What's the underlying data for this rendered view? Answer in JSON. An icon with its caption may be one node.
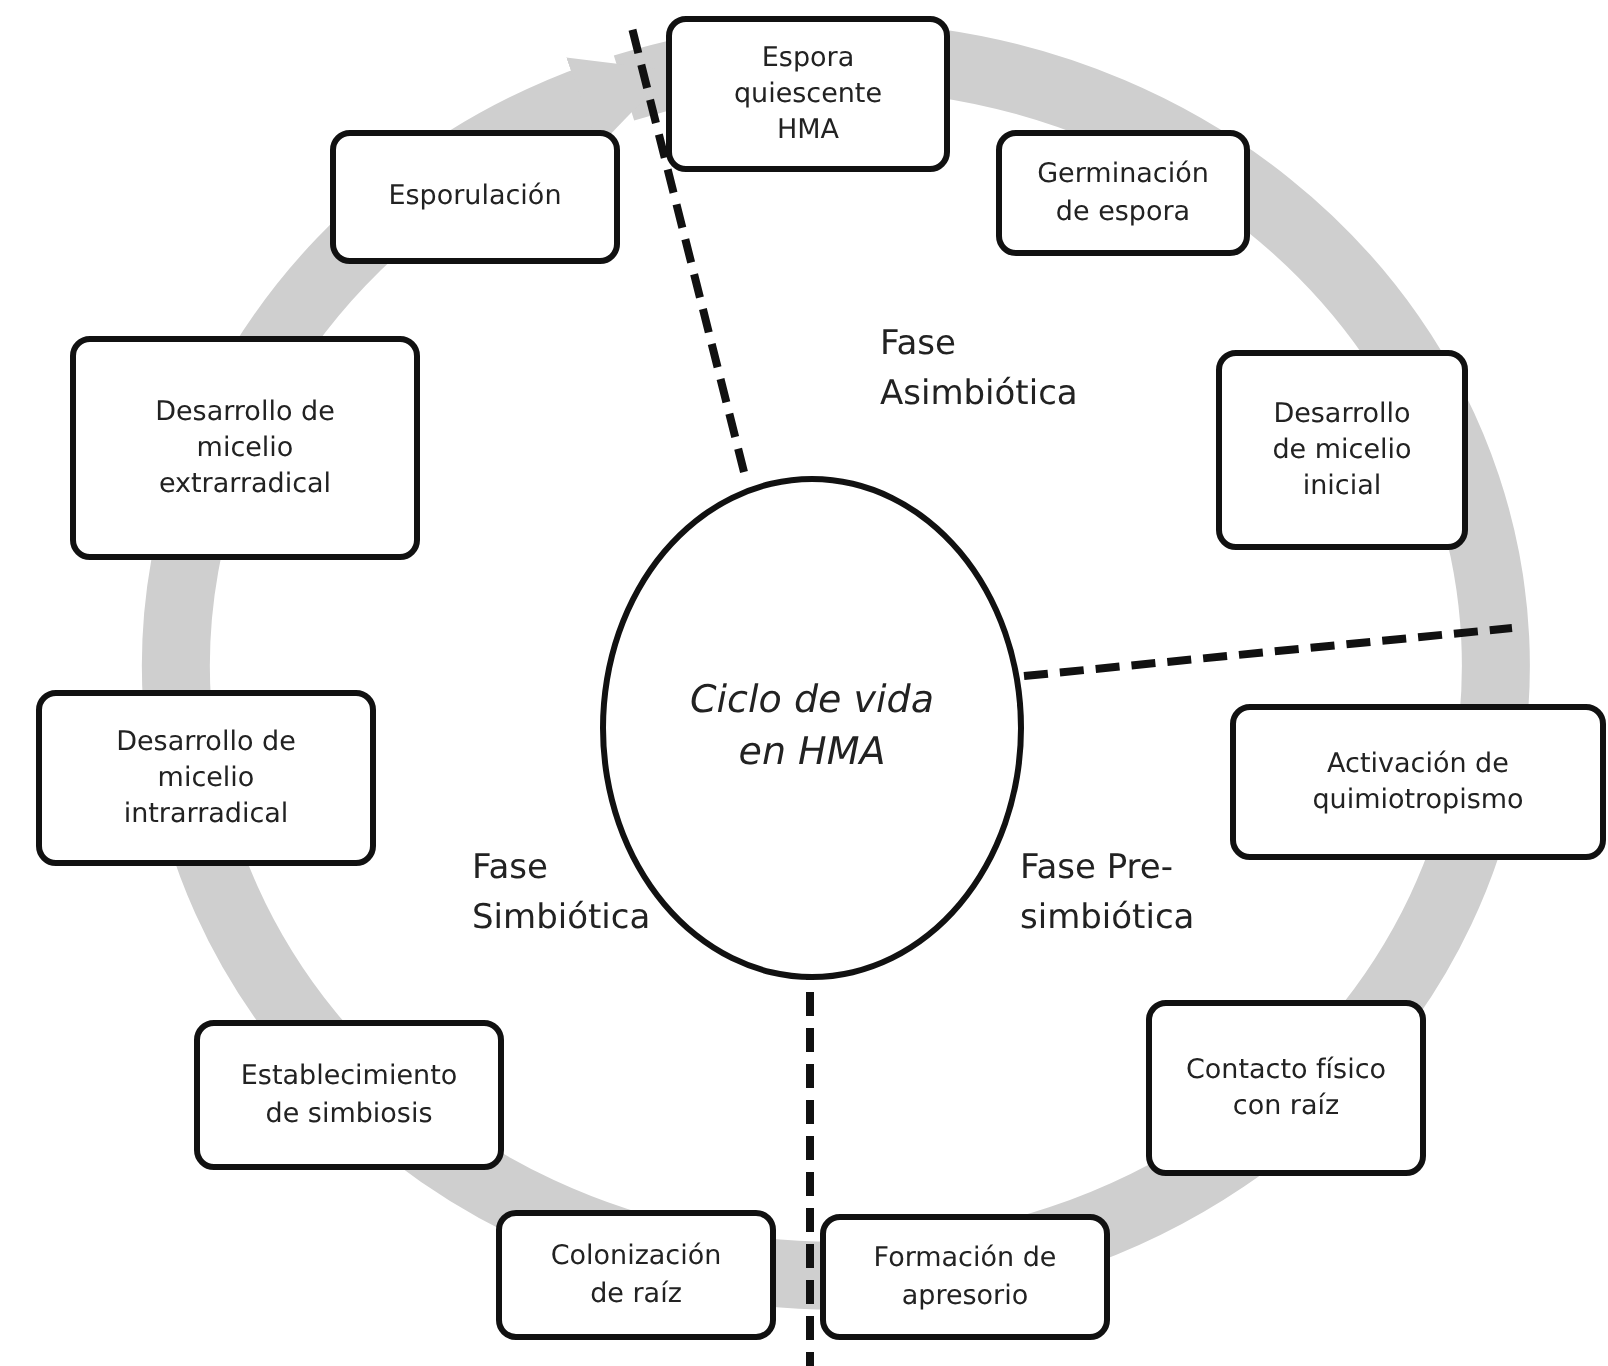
{
  "diagram": {
    "nodes": [
      {
        "text": [
          "Espora quiescente HMA"
        ]
      },
      {
        "text": [
          "Esporulación"
        ]
      },
      {
        "text": [
          "Germinación de espora"
        ]
      },
      {
        "text": [
          "Desarrollo de micelio extrarradical"
        ]
      },
      {
        "text": [
          "Desarrollo de micelio inicial"
        ]
      },
      {
        "text": [
          "Ciclo de vida en HMA"
        ]
      },
      {
        "text": [
          "Desarrollo de micelio intrarradical"
        ]
      },
      {
        "text": [
          "Activación de quimiotropismo"
        ]
      },
      {
        "text": [
          "Establecimiento de simbiosis"
        ]
      },
      {
        "text": [
          "Contacto físico con raíz"
        ]
      },
      {
        "text": [
          "Colonización de raíz"
        ]
      },
      {
        "text": [
          "Formación de apresorio"
        ]
      }
    ],
    "labels": [
      "Fase Asimbiótica",
      "Fase Pre-simbiótica",
      "Fase Simbiótica"
    ]
  }
}
